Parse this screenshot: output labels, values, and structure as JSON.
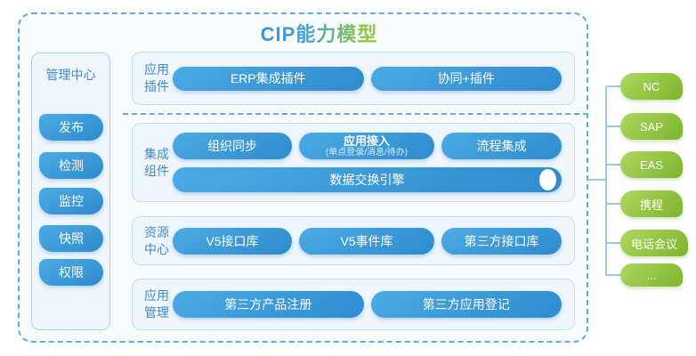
{
  "title": "CIP能力模型",
  "colors": {
    "title_gradient_start": "#3a93d2",
    "title_gradient_end": "#8dc63f",
    "pill_blue_start": "#4caae4",
    "pill_blue_end": "#2e8bcd",
    "pill_green_start": "#aed75f",
    "pill_green_end": "#7db42e",
    "label_blue": "#4189c9",
    "dashed_border": "#63abdd",
    "connector_line": "#9cc7e8"
  },
  "sidebar": {
    "title": "管理中心",
    "items": [
      "发布",
      "检测",
      "监控",
      "快照",
      "权限"
    ]
  },
  "rows": [
    {
      "label": "应用插件",
      "pills": [
        "ERP集成插件",
        "协同+插件"
      ]
    },
    {
      "label": "集成组件",
      "pills": [
        "组织同步",
        {
          "title": "应用接入",
          "subtitle": "(单点登录/消息/待办)"
        },
        "流程集成"
      ],
      "bar": "数据交换引擎"
    },
    {
      "label": "资源中心",
      "pills": [
        "V5接口库",
        "V5事件库",
        "第三方接口库"
      ]
    },
    {
      "label": "应用管理",
      "pills": [
        "第三方产品注册",
        "第三方应用登记"
      ]
    }
  ],
  "external_systems": [
    "NC",
    "SAP",
    "EAS",
    "携程",
    "电话会议",
    "..."
  ]
}
